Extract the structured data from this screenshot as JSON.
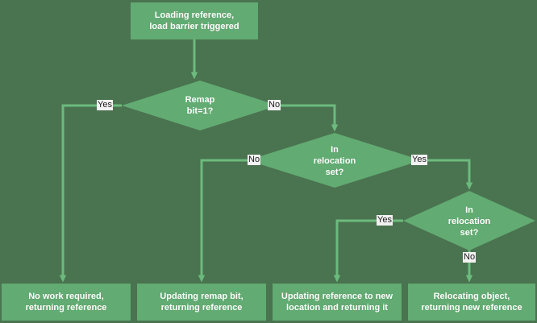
{
  "diagram": {
    "title_node": "Loading reference, load barrier triggered",
    "colors": {
      "background": "#4a7350",
      "node_fill": "#62ab72",
      "connector": "#6cbb7e",
      "node_text": "#ffffff",
      "label_background": "#f2f2f2",
      "label_text": "#1c1c1c"
    },
    "nodes": [
      {
        "id": "start",
        "type": "process",
        "line1": "Loading reference,",
        "line2": "load barrier triggered"
      },
      {
        "id": "d1",
        "type": "decision",
        "line1": "Remap",
        "line2": "bit=1?",
        "line3": ""
      },
      {
        "id": "d2",
        "type": "decision",
        "line1": "In",
        "line2": "relocation",
        "line3": "set?"
      },
      {
        "id": "d3",
        "type": "decision",
        "line1": "In",
        "line2": "relocation",
        "line3": "set?"
      },
      {
        "id": "out1",
        "type": "process",
        "line1": "No work required,",
        "line2": "returning reference"
      },
      {
        "id": "out2",
        "type": "process",
        "line1": "Updating remap bit,",
        "line2": "returning reference"
      },
      {
        "id": "out3",
        "type": "process",
        "line1": "Updating reference to new",
        "line2": "location and returning it"
      },
      {
        "id": "out4",
        "type": "process",
        "line1": "Relocating object,",
        "line2": "returning new reference"
      }
    ],
    "edge_labels": {
      "d1_yes": "Yes",
      "d1_no": "No",
      "d2_no": "No",
      "d2_yes": "Yes",
      "d3_yes": "Yes",
      "d3_no": "No"
    }
  }
}
